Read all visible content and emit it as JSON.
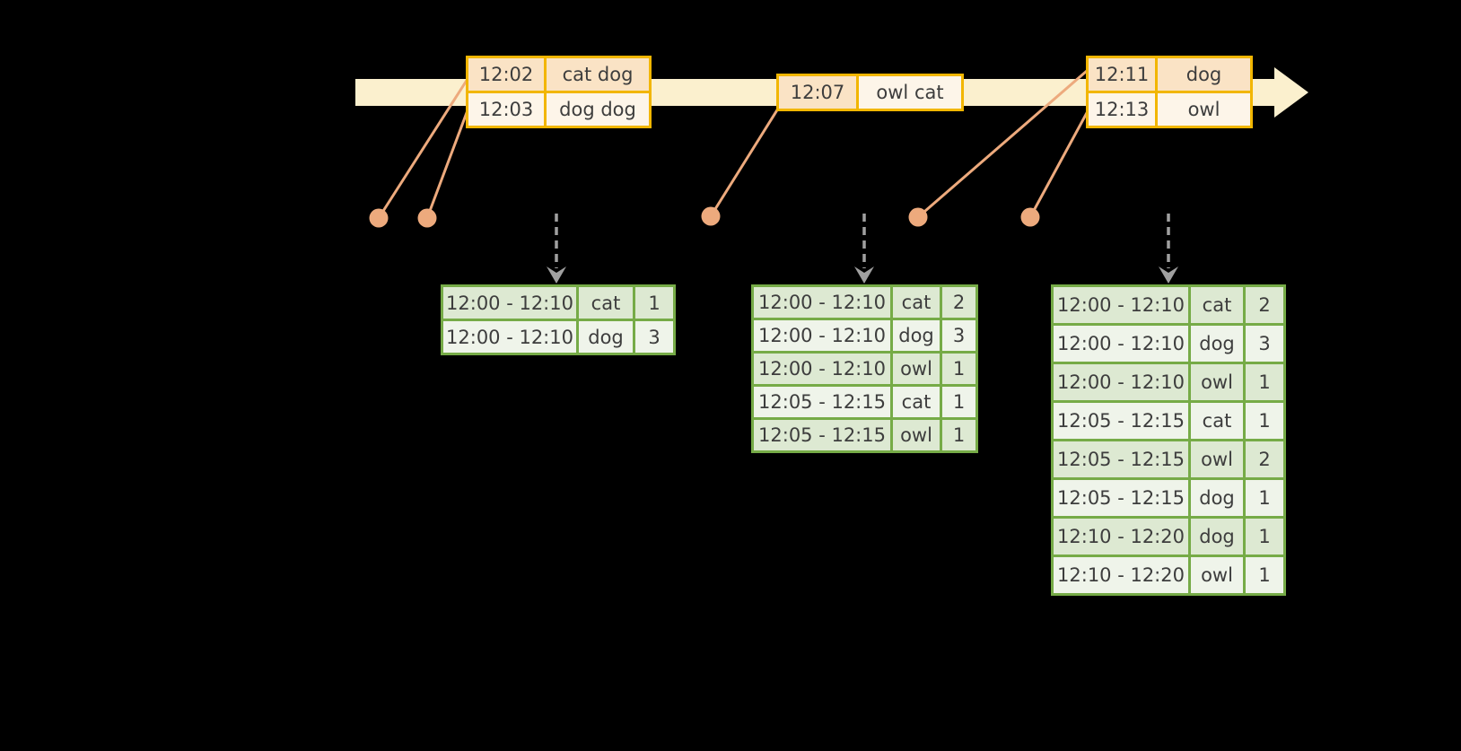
{
  "colors": {
    "background": "#000000",
    "timeline-band": "#FBF0CE",
    "event-border": "#F2B600",
    "event-fill-peach": "#FAE3C5",
    "event-fill-cream": "#FDF5E9",
    "connector": "#EDAA7D",
    "result-border": "#76AB47",
    "result-fill-dark": "#DDE9D2",
    "result-fill-light": "#EFF4EA",
    "flow-arrow": "#A0A0A0",
    "table-text": "#3D3D3D"
  },
  "events": [
    {
      "rows": [
        {
          "time": "12:02",
          "words": "cat dog"
        },
        {
          "time": "12:03",
          "words": "dog dog"
        }
      ]
    },
    {
      "rows": [
        {
          "time": "12:07",
          "words": "owl cat"
        }
      ]
    },
    {
      "rows": [
        {
          "time": "12:11",
          "words": "dog"
        },
        {
          "time": "12:13",
          "words": "owl"
        }
      ]
    }
  ],
  "results": [
    {
      "rows": [
        {
          "window": "12:00 - 12:10",
          "word": "cat",
          "count": "1"
        },
        {
          "window": "12:00 - 12:10",
          "word": "dog",
          "count": "3"
        }
      ]
    },
    {
      "rows": [
        {
          "window": "12:00 - 12:10",
          "word": "cat",
          "count": "2"
        },
        {
          "window": "12:00 - 12:10",
          "word": "dog",
          "count": "3"
        },
        {
          "window": "12:00 - 12:10",
          "word": "owl",
          "count": "1"
        },
        {
          "window": "12:05 - 12:15",
          "word": "cat",
          "count": "1"
        },
        {
          "window": "12:05 - 12:15",
          "word": "owl",
          "count": "1"
        }
      ]
    },
    {
      "rows": [
        {
          "window": "12:00 - 12:10",
          "word": "cat",
          "count": "2"
        },
        {
          "window": "12:00 - 12:10",
          "word": "dog",
          "count": "3"
        },
        {
          "window": "12:00 - 12:10",
          "word": "owl",
          "count": "1"
        },
        {
          "window": "12:05 - 12:15",
          "word": "cat",
          "count": "1"
        },
        {
          "window": "12:05 - 12:15",
          "word": "owl",
          "count": "2"
        },
        {
          "window": "12:05 - 12:15",
          "word": "dog",
          "count": "1"
        },
        {
          "window": "12:10 - 12:20",
          "word": "dog",
          "count": "1"
        },
        {
          "window": "12:10 - 12:20",
          "word": "owl",
          "count": "1"
        }
      ]
    }
  ]
}
